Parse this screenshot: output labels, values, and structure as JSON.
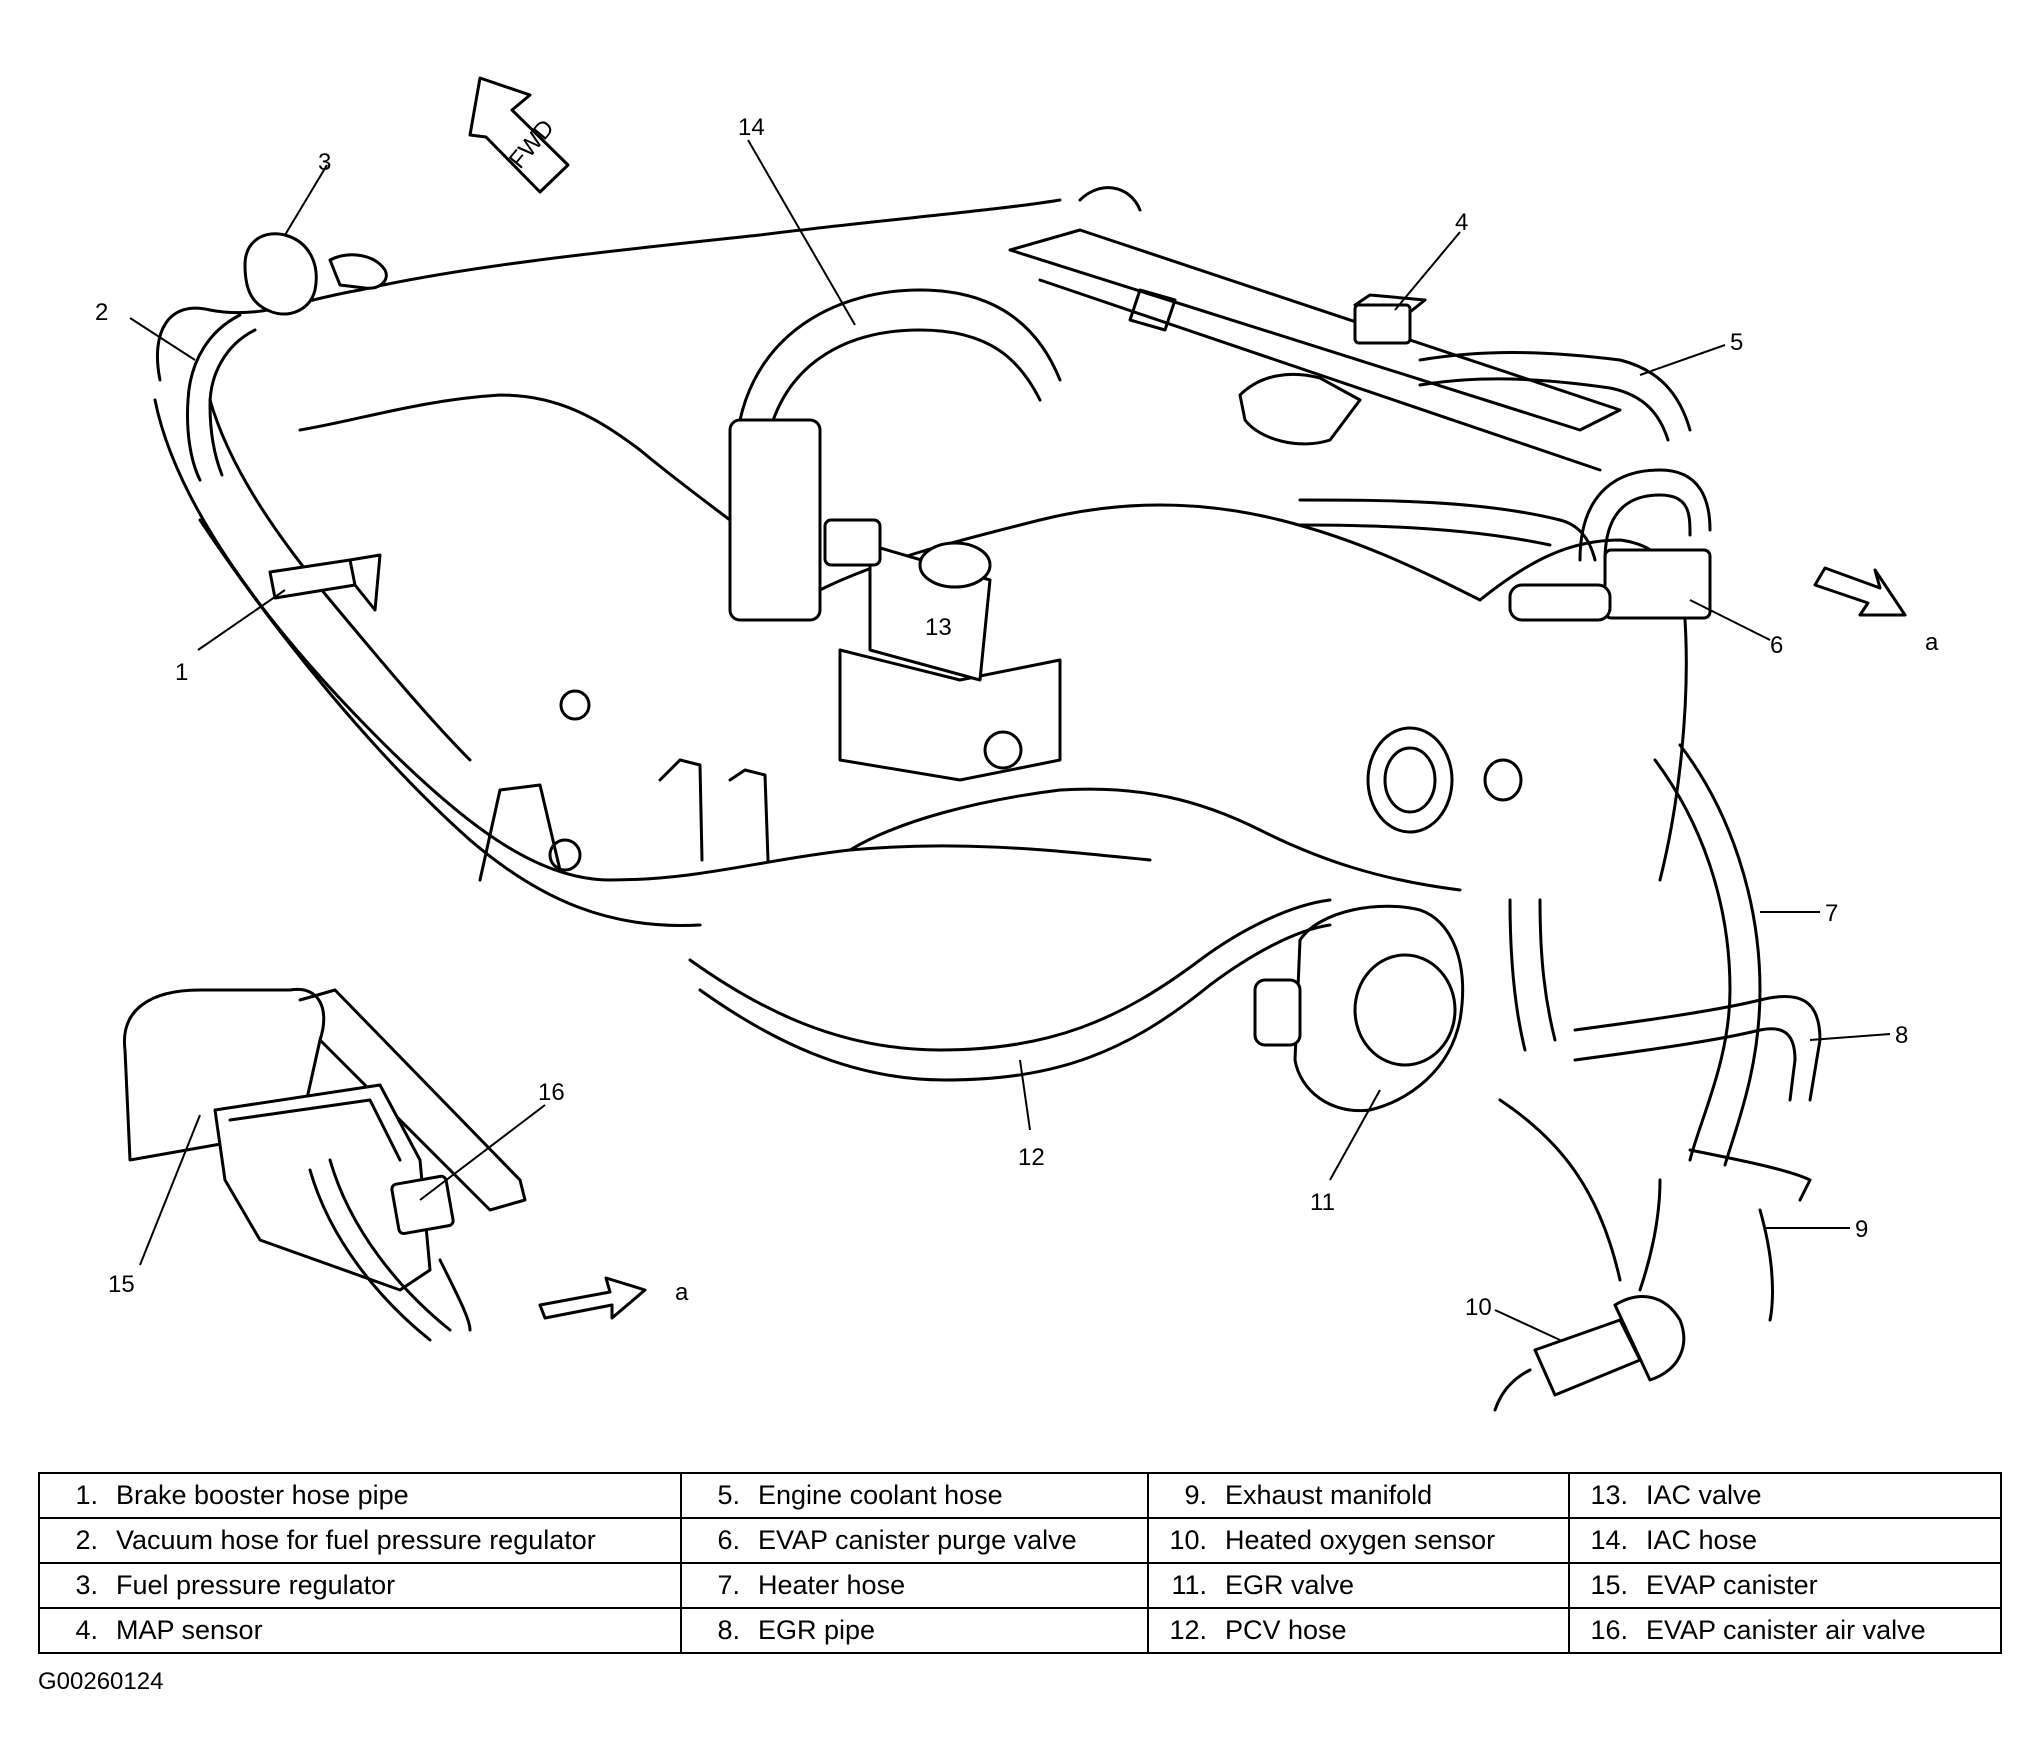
{
  "diagram": {
    "fwd_label": "FWD",
    "arrow_label": "a",
    "callouts": [
      "1",
      "2",
      "3",
      "4",
      "5",
      "6",
      "7",
      "8",
      "9",
      "10",
      "11",
      "12",
      "13",
      "14",
      "15",
      "16"
    ]
  },
  "legend": {
    "rows": [
      [
        {
          "num": "1.",
          "text": "Brake booster hose pipe"
        },
        {
          "num": "5.",
          "text": "Engine coolant hose"
        },
        {
          "num": "9.",
          "text": "Exhaust manifold"
        },
        {
          "num": "13.",
          "text": "IAC valve"
        }
      ],
      [
        {
          "num": "2.",
          "text": "Vacuum hose for fuel pressure regulator"
        },
        {
          "num": "6.",
          "text": "EVAP canister purge valve"
        },
        {
          "num": "10.",
          "text": "Heated oxygen sensor"
        },
        {
          "num": "14.",
          "text": "IAC hose"
        }
      ],
      [
        {
          "num": "3.",
          "text": "Fuel pressure regulator"
        },
        {
          "num": "7.",
          "text": "Heater hose"
        },
        {
          "num": "11.",
          "text": "EGR valve"
        },
        {
          "num": "15.",
          "text": "EVAP canister"
        }
      ],
      [
        {
          "num": "4.",
          "text": "MAP sensor"
        },
        {
          "num": "8.",
          "text": "EGR pipe"
        },
        {
          "num": "12.",
          "text": "PCV hose"
        },
        {
          "num": "16.",
          "text": "EVAP canister air valve"
        }
      ]
    ]
  },
  "figure_code": "G00260124"
}
